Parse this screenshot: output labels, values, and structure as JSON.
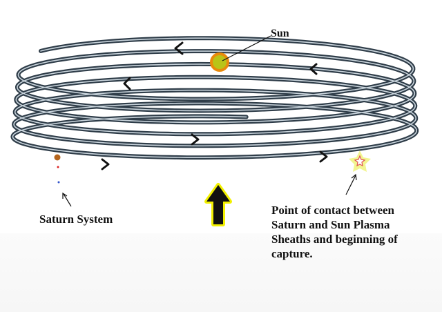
{
  "labels": {
    "sun": "Sun",
    "saturn_system": "Saturn System",
    "contact_lines": [
      "Point of contact between",
      "Saturn and Sun Plasma",
      "Sheaths and beginning of",
      "capture."
    ]
  },
  "colors": {
    "spiral_stroke": "#2f3d49",
    "spiral_highlight": "#c9d4dc",
    "sun_fill": "#b9c418",
    "sun_ring": "#e88a0c",
    "star_glow": "#f2f590",
    "star_outline": "#e05050",
    "saturn_planet": "#b5651d",
    "moon_red": "#d22",
    "moon_blue": "#3355cc",
    "arrow_fill": "#111111",
    "arrow_glow": "#f2f000"
  },
  "icons": {
    "sun": "sun-icon",
    "star": "star-icon",
    "up_arrow": "up-arrow-icon",
    "saturn": "saturn-planet-icon"
  }
}
